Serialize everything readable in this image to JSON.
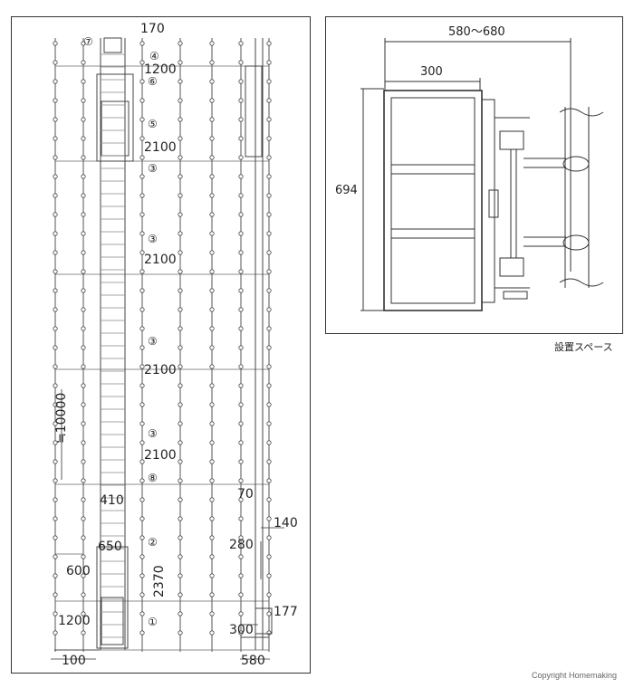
{
  "left": {
    "dims": {
      "top_width": "170",
      "seg_1200_top": "1200",
      "seg_2100_a": "2100",
      "seg_2100_b": "2100",
      "seg_2100_c": "2100",
      "seg_2100_d": "2100",
      "total": "≒10000",
      "w410": "410",
      "w650": "650",
      "w600": "600",
      "h2370": "2370",
      "h1200_bottom": "1200",
      "w100": "100",
      "w70": "70",
      "w140": "140",
      "h280": "280",
      "h177": "177",
      "w300": "300",
      "w580": "580"
    },
    "callouts": {
      "c1": "①",
      "c2": "②",
      "c3a": "③",
      "c3b": "③",
      "c3c": "③",
      "c3d": "③",
      "c4": "④",
      "c5": "⑤",
      "c6": "⑥",
      "c7": "⑦",
      "c8": "⑧"
    }
  },
  "right": {
    "dims": {
      "range": "580～680",
      "width": "300",
      "height": "694"
    },
    "caption": "設置スペース"
  },
  "copyright": "Copyright Homemaking"
}
